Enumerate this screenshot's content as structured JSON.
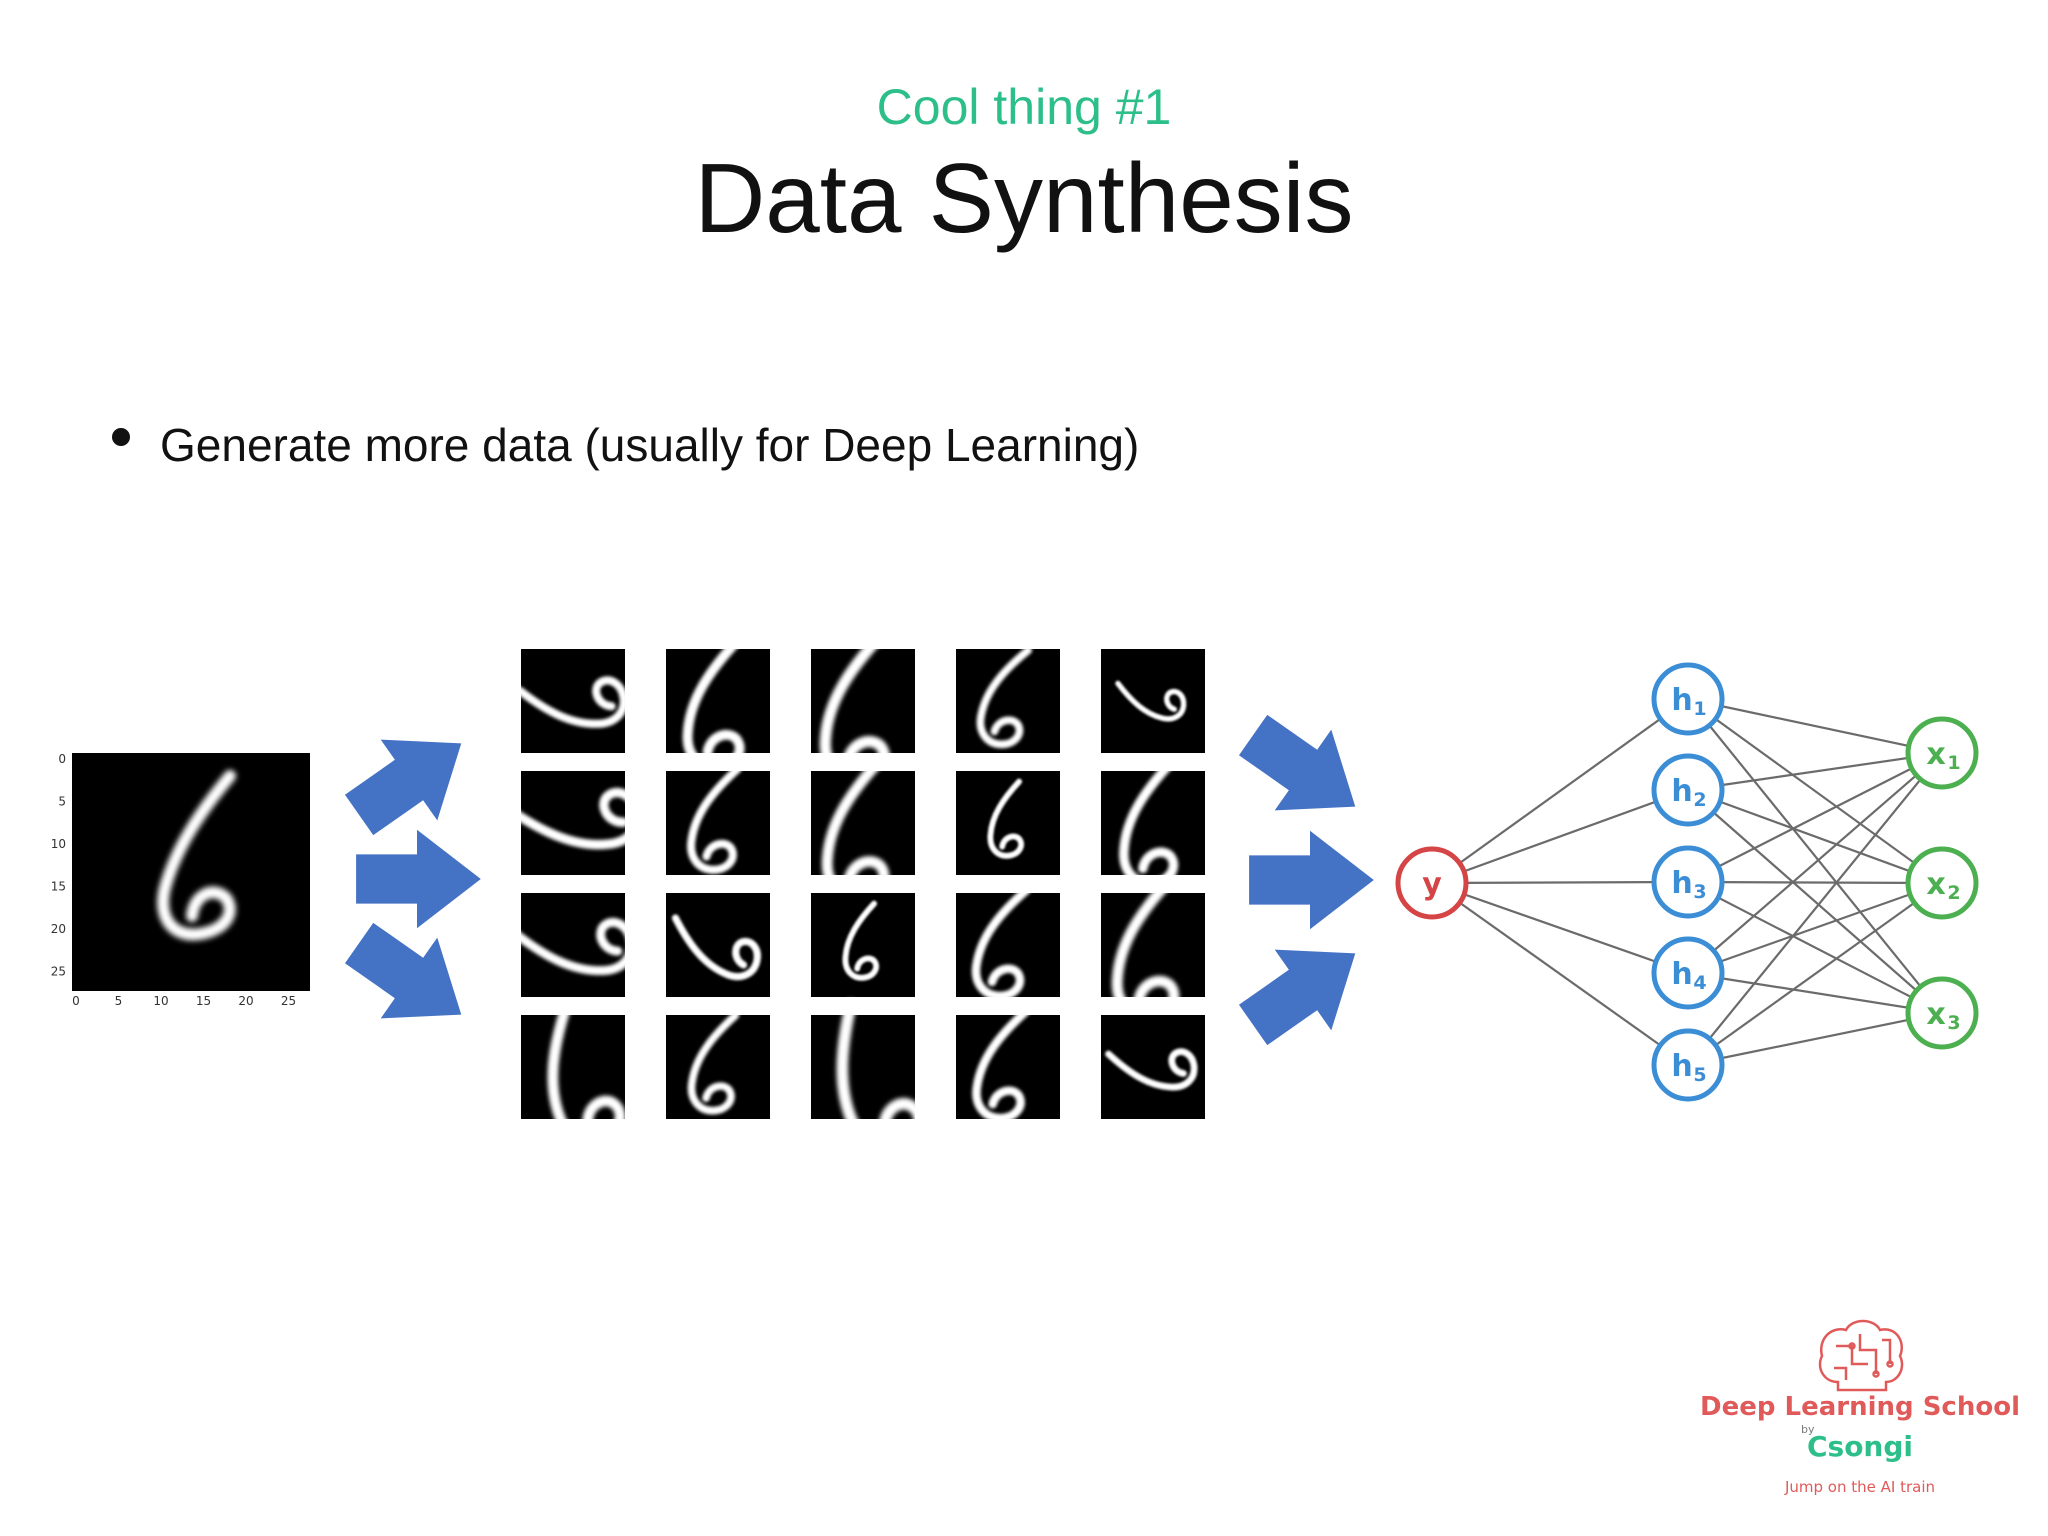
{
  "slide": {
    "subtitle": "Cool thing #1",
    "title": "Data Synthesis",
    "bullet": "Generate more data (usually for Deep Learning)"
  },
  "digit_plot": {
    "y_ticks": [
      "0",
      "5",
      "10",
      "15",
      "20",
      "25"
    ],
    "x_ticks": [
      "0",
      "5",
      "10",
      "15",
      "20",
      "25"
    ]
  },
  "network": {
    "output_node": "y",
    "hidden_nodes": [
      {
        "letter": "h",
        "sub": "1"
      },
      {
        "letter": "h",
        "sub": "2"
      },
      {
        "letter": "h",
        "sub": "3"
      },
      {
        "letter": "h",
        "sub": "4"
      },
      {
        "letter": "h",
        "sub": "5"
      }
    ],
    "input_nodes": [
      {
        "letter": "x",
        "sub": "1"
      },
      {
        "letter": "x",
        "sub": "2"
      },
      {
        "letter": "x",
        "sub": "3"
      }
    ]
  },
  "logo": {
    "name": "Deep Learning School",
    "by": "by",
    "author": "Csongi",
    "tagline": "Jump on the AI train"
  },
  "colors": {
    "accent_green": "#2dbf8a",
    "arrow_blue": "#4472c4",
    "output_red": "#d64545",
    "hidden_blue": "#3b8ed6",
    "input_green": "#4caf50",
    "logo_red": "#e05a5a"
  }
}
